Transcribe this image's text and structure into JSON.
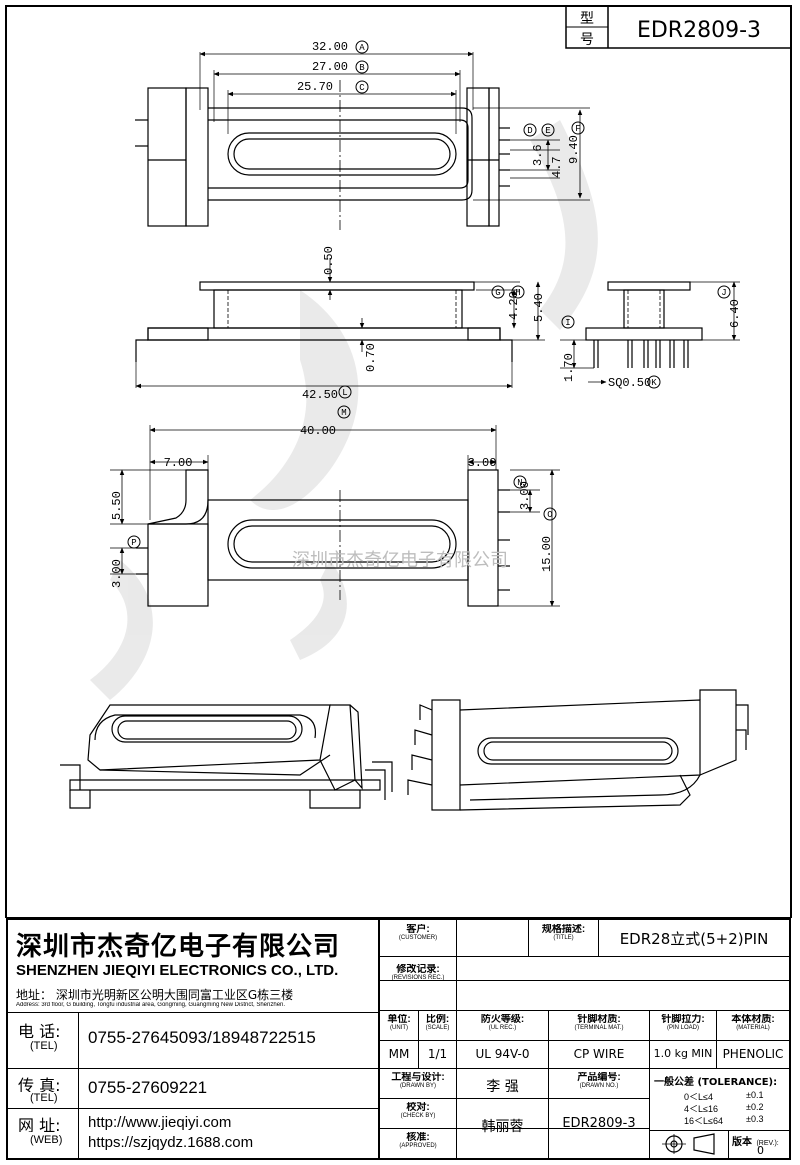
{
  "header": {
    "type_label_1": "型",
    "type_label_2": "号",
    "model": "EDR2809-3"
  },
  "dimensions": {
    "d32": "32.00",
    "d27": "27.00",
    "d25_7": "25.70",
    "d3_6": "3.6",
    "d4_7": "4.7",
    "d9_4": "9.40",
    "d0_5": "0.50",
    "d4_2": "4.20",
    "d5_4": "5.40",
    "d0_7": "0.70",
    "d42_5": "42.50",
    "d6_4": "6.40",
    "d1_7": "1.70",
    "sq": "SQ0.50",
    "d40": "40.00",
    "d7": "7.00",
    "d3a": "3.00",
    "d3b": "3.00",
    "d5_5": "5.50",
    "d3c": "3.00",
    "d15": "15.00"
  },
  "markers": {
    "A": "A",
    "B": "B",
    "C": "C",
    "D": "D",
    "E": "E",
    "F": "F",
    "G": "G",
    "H": "H",
    "I": "I",
    "J": "J",
    "K": "K",
    "L": "L",
    "M": "M",
    "N": "N",
    "O": "O",
    "P": "P"
  },
  "watermark": "深圳市杰奇亿电子有限公司",
  "title_block": {
    "company_cn": "深圳市杰奇亿电子有限公司",
    "company_en": "SHENZHEN JIEQIYI ELECTRONICS CO., LTD.",
    "address_cn": "地址：  深圳市光明新区公明大围同富工业区G栋三楼",
    "address_en": "Address: 3rd floor, G building, Tongfu industrial area, Gongming, Guangming New District, Shenzhen.",
    "tel_label_cn": "电 话:",
    "tel_label_en": "(TEL)",
    "tel_value": "0755-27645093/18948722515",
    "fax_label_cn": "传 真:",
    "fax_label_en": "(TEL)",
    "fax_value": "0755-27609221",
    "web_label_cn": "网 址:",
    "web_label_en": "(WEB)",
    "web_value_1": "http://www.jieqiyi.com",
    "web_value_2": "https://szjqydz.1688.com",
    "customer_cn": "客户:",
    "customer_en": "(CUSTOMER)",
    "customer_value": "",
    "title_cn": "规格描述:",
    "title_en": "(TITLE)",
    "title_value": "EDR28立式(5+2)PIN",
    "revisions_cn": "修改记录:",
    "revisions_en": "(REVISIONS REC.)",
    "unit_cn": "单位:",
    "unit_en": "(UNIT)",
    "unit_value": "MM",
    "scale_cn": "比例:",
    "scale_en": "(SCALE)",
    "scale_value": "1/1",
    "ul_cn": "防火等级:",
    "ul_en": "(UL REC.)",
    "ul_value": "UL 94V-0",
    "terminal_cn": "针脚材质:",
    "terminal_en": "(TERMINAL MAT.)",
    "terminal_value": "CP WIRE",
    "pinload_cn": "针脚拉力:",
    "pinload_en": "(PIN LOAD)",
    "pinload_value": "1.0 kg MIN",
    "material_cn": "本体材质:",
    "material_en": "(MATERIAL)",
    "material_value": "PHENOLIC",
    "drawn_cn": "工程与设计:",
    "drawn_en": "(DRAWN BY)",
    "drawn_value": "李  强",
    "check_cn": "校对:",
    "check_en": "(CHECK BY)",
    "approved_cn": "核准:",
    "approved_en": "(APPROVED)",
    "approved_value": "韩丽蓉",
    "drawing_no_cn": "产品编号:",
    "drawing_no_en": "(DRAWN NO.)",
    "drawing_no_value": "EDR2809-3",
    "tolerance_title": "一般公差  (TOLERANCE):",
    "tol_1_range": "0＜L≤4",
    "tol_1_value": "±0.1",
    "tol_2_range": "4＜L≤16",
    "tol_2_value": "±0.2",
    "tol_3_range": "16＜L≤64",
    "tol_3_value": "±0.3",
    "rev_cn": "版本",
    "rev_en": "(REV.):",
    "rev_value": "0"
  }
}
